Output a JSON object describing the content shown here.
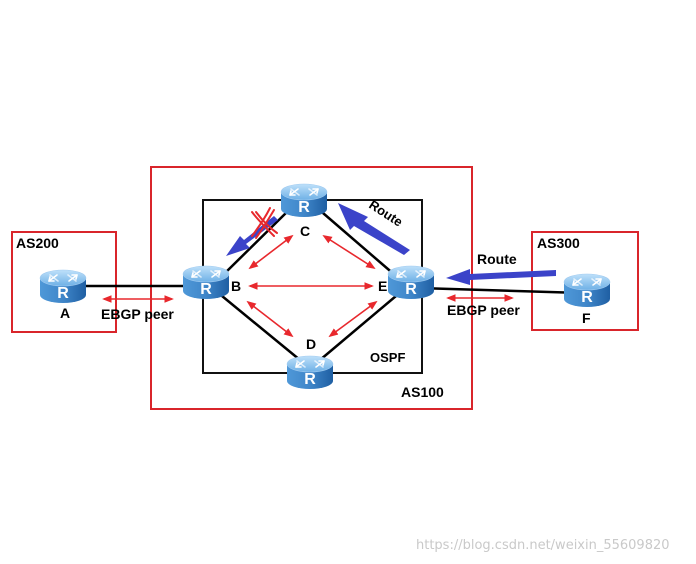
{
  "domains": {
    "as200": "AS200",
    "as300": "AS300",
    "as100": "AS100",
    "ospf": "OSPF"
  },
  "routers": {
    "a": "A",
    "b": "B",
    "c": "C",
    "d": "D",
    "e": "E",
    "f": "F",
    "icon_letter": "R"
  },
  "links": {
    "ebgp_left": "EBGP peer",
    "ebgp_right": "EBGP peer"
  },
  "routes": {
    "route_top": "Route",
    "route_right": "Route"
  },
  "colors": {
    "domain_border": "#d9252b",
    "arrow_red": "#e8282d",
    "route_blue": "#3b43c9",
    "router_light": "#7db9e8",
    "router_dark": "#2a74b8",
    "cross_red": "#e8282d"
  },
  "icons": {
    "router": "router-icon",
    "failure": "cross-icon"
  },
  "watermark": "https://blog.csdn.net/weixin_55609820"
}
